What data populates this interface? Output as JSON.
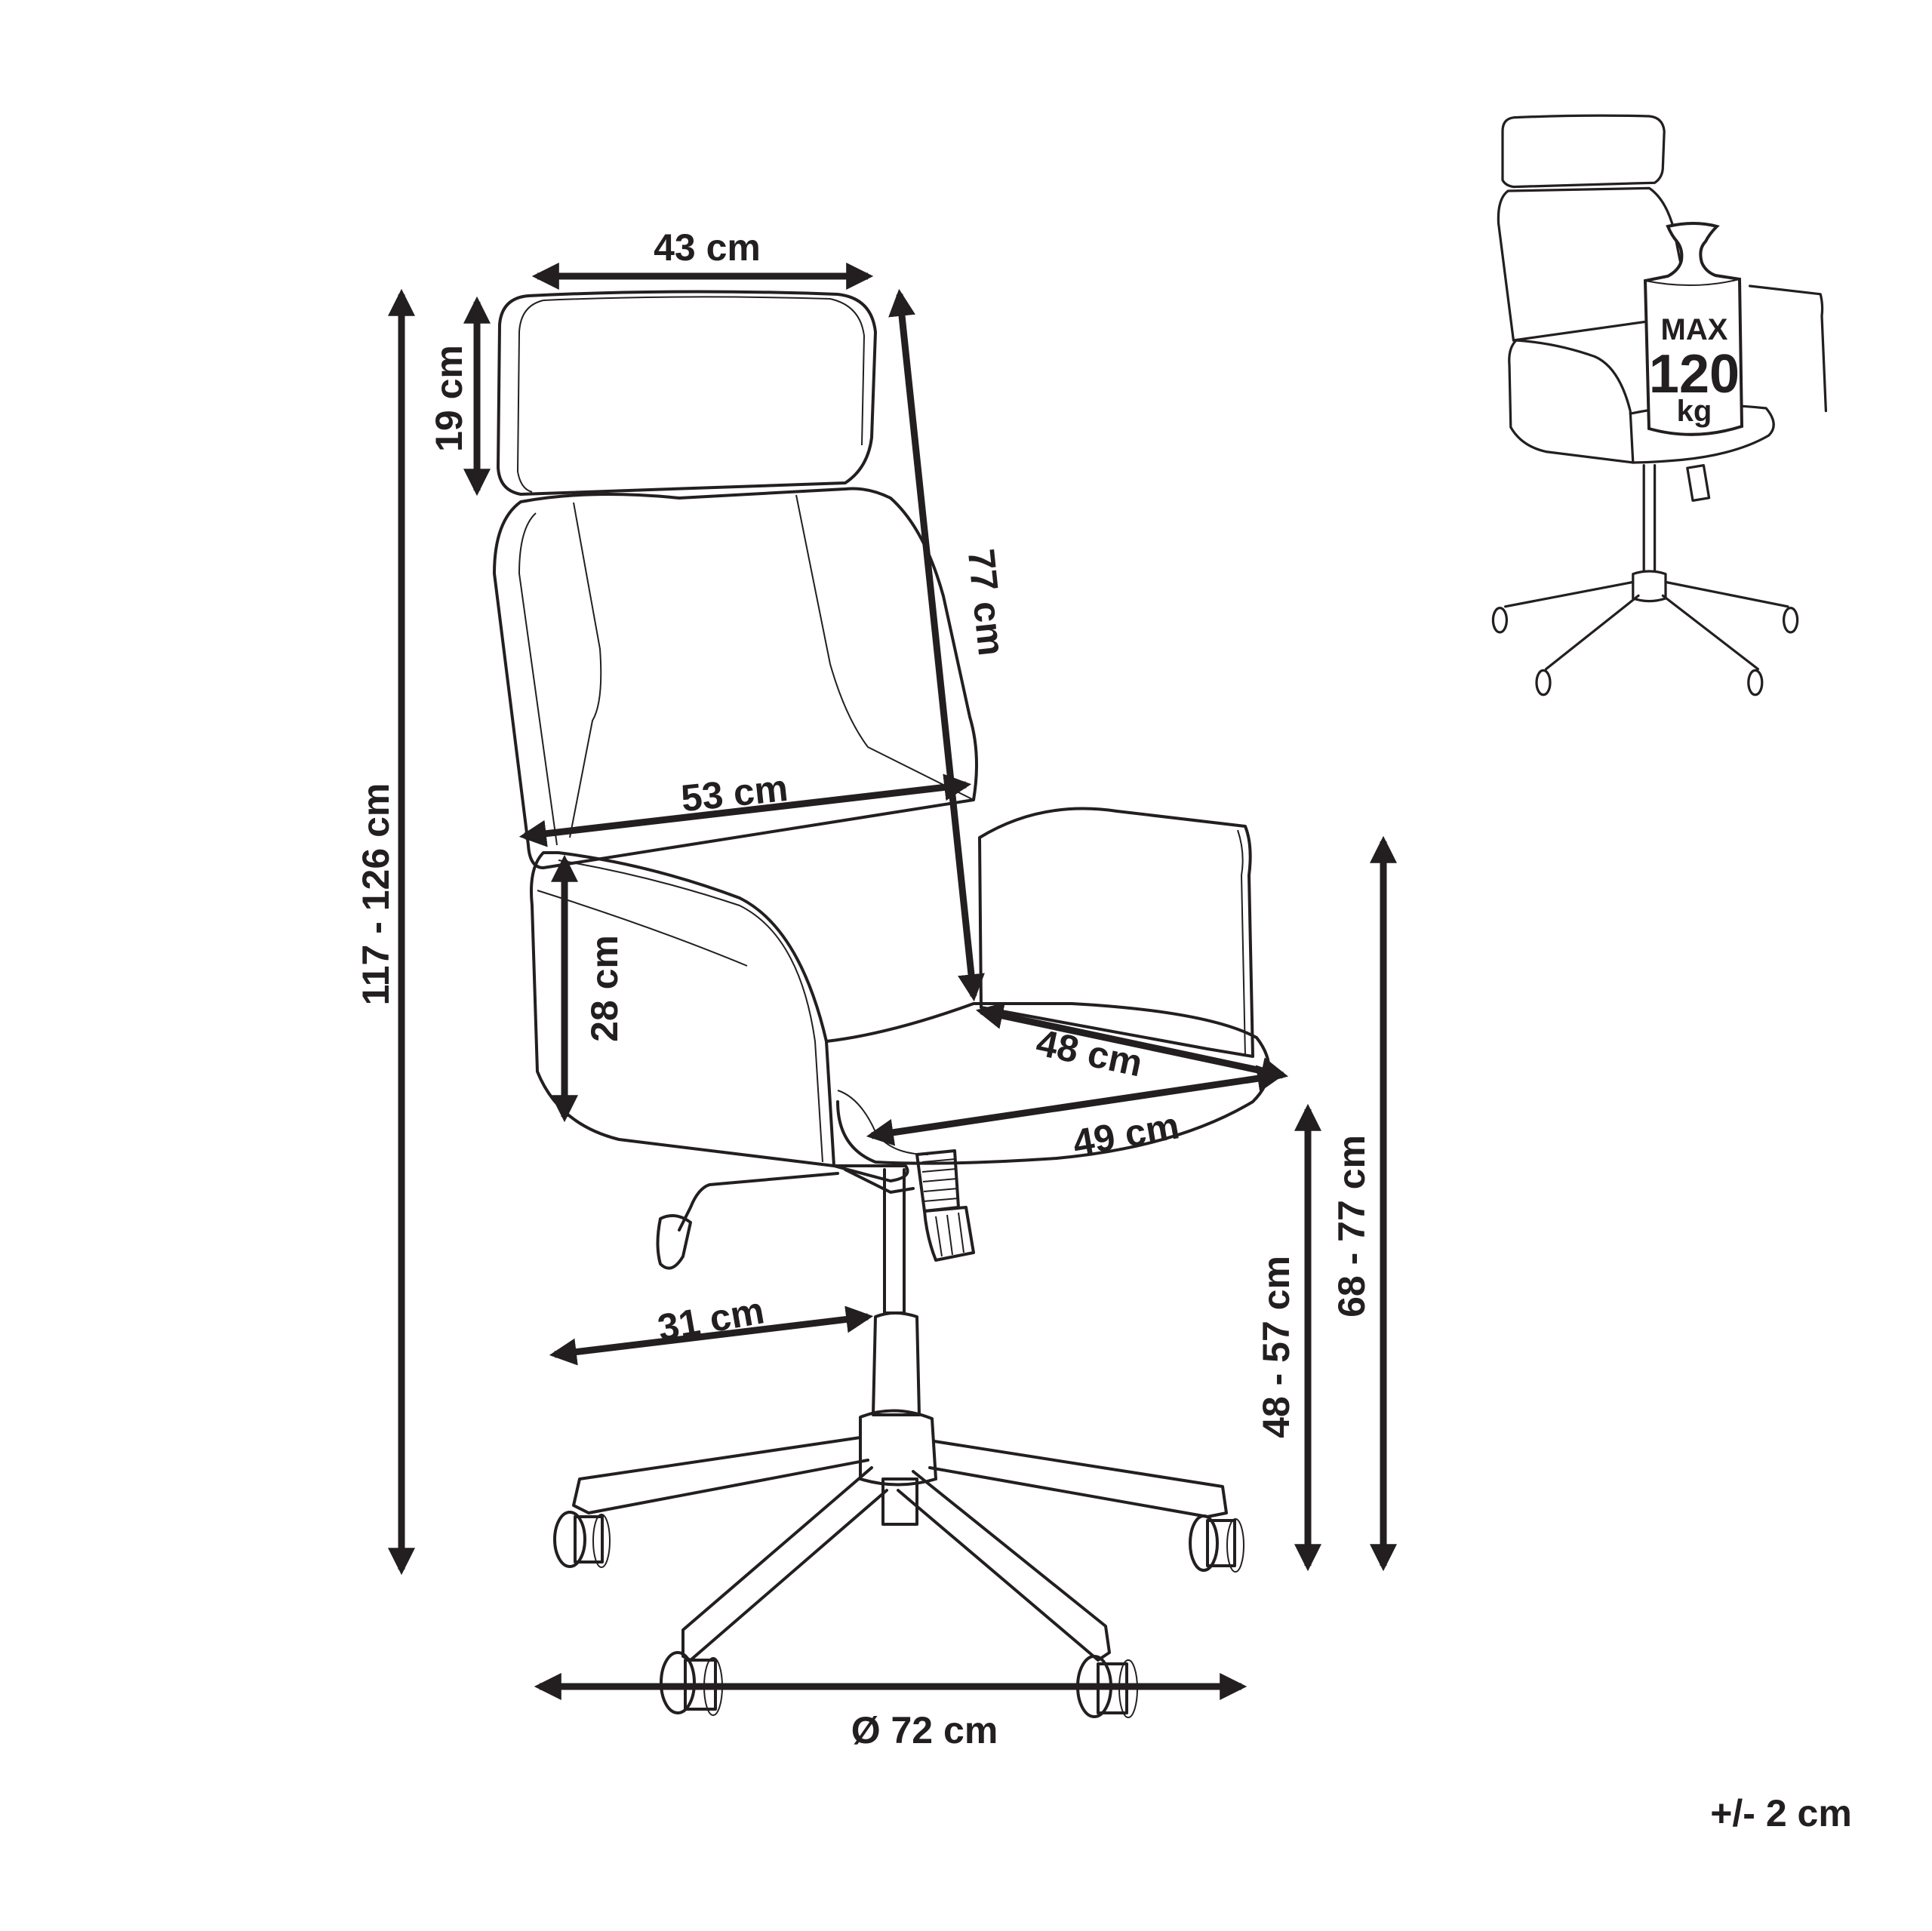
{
  "diagram": {
    "subject": "office chair dimensions",
    "line_color": "#231f20",
    "dimensions": {
      "headrest_width": "43 cm",
      "headrest_height": "19 cm",
      "backrest_height": "77 cm",
      "backrest_width": "53 cm",
      "armrest_height": "28 cm",
      "seat_depth": "48 cm",
      "seat_width": "49 cm",
      "base_leg_length": "31 cm",
      "base_diameter": "Ø 72 cm",
      "seat_height": "48 - 57 cm",
      "armrest_floor_height": "68 - 77 cm",
      "total_height": "117 - 126 cm"
    },
    "tolerance": "+/- 2 cm",
    "max_load": {
      "line1": "MAX",
      "line2": "120",
      "line3": "kg"
    }
  }
}
